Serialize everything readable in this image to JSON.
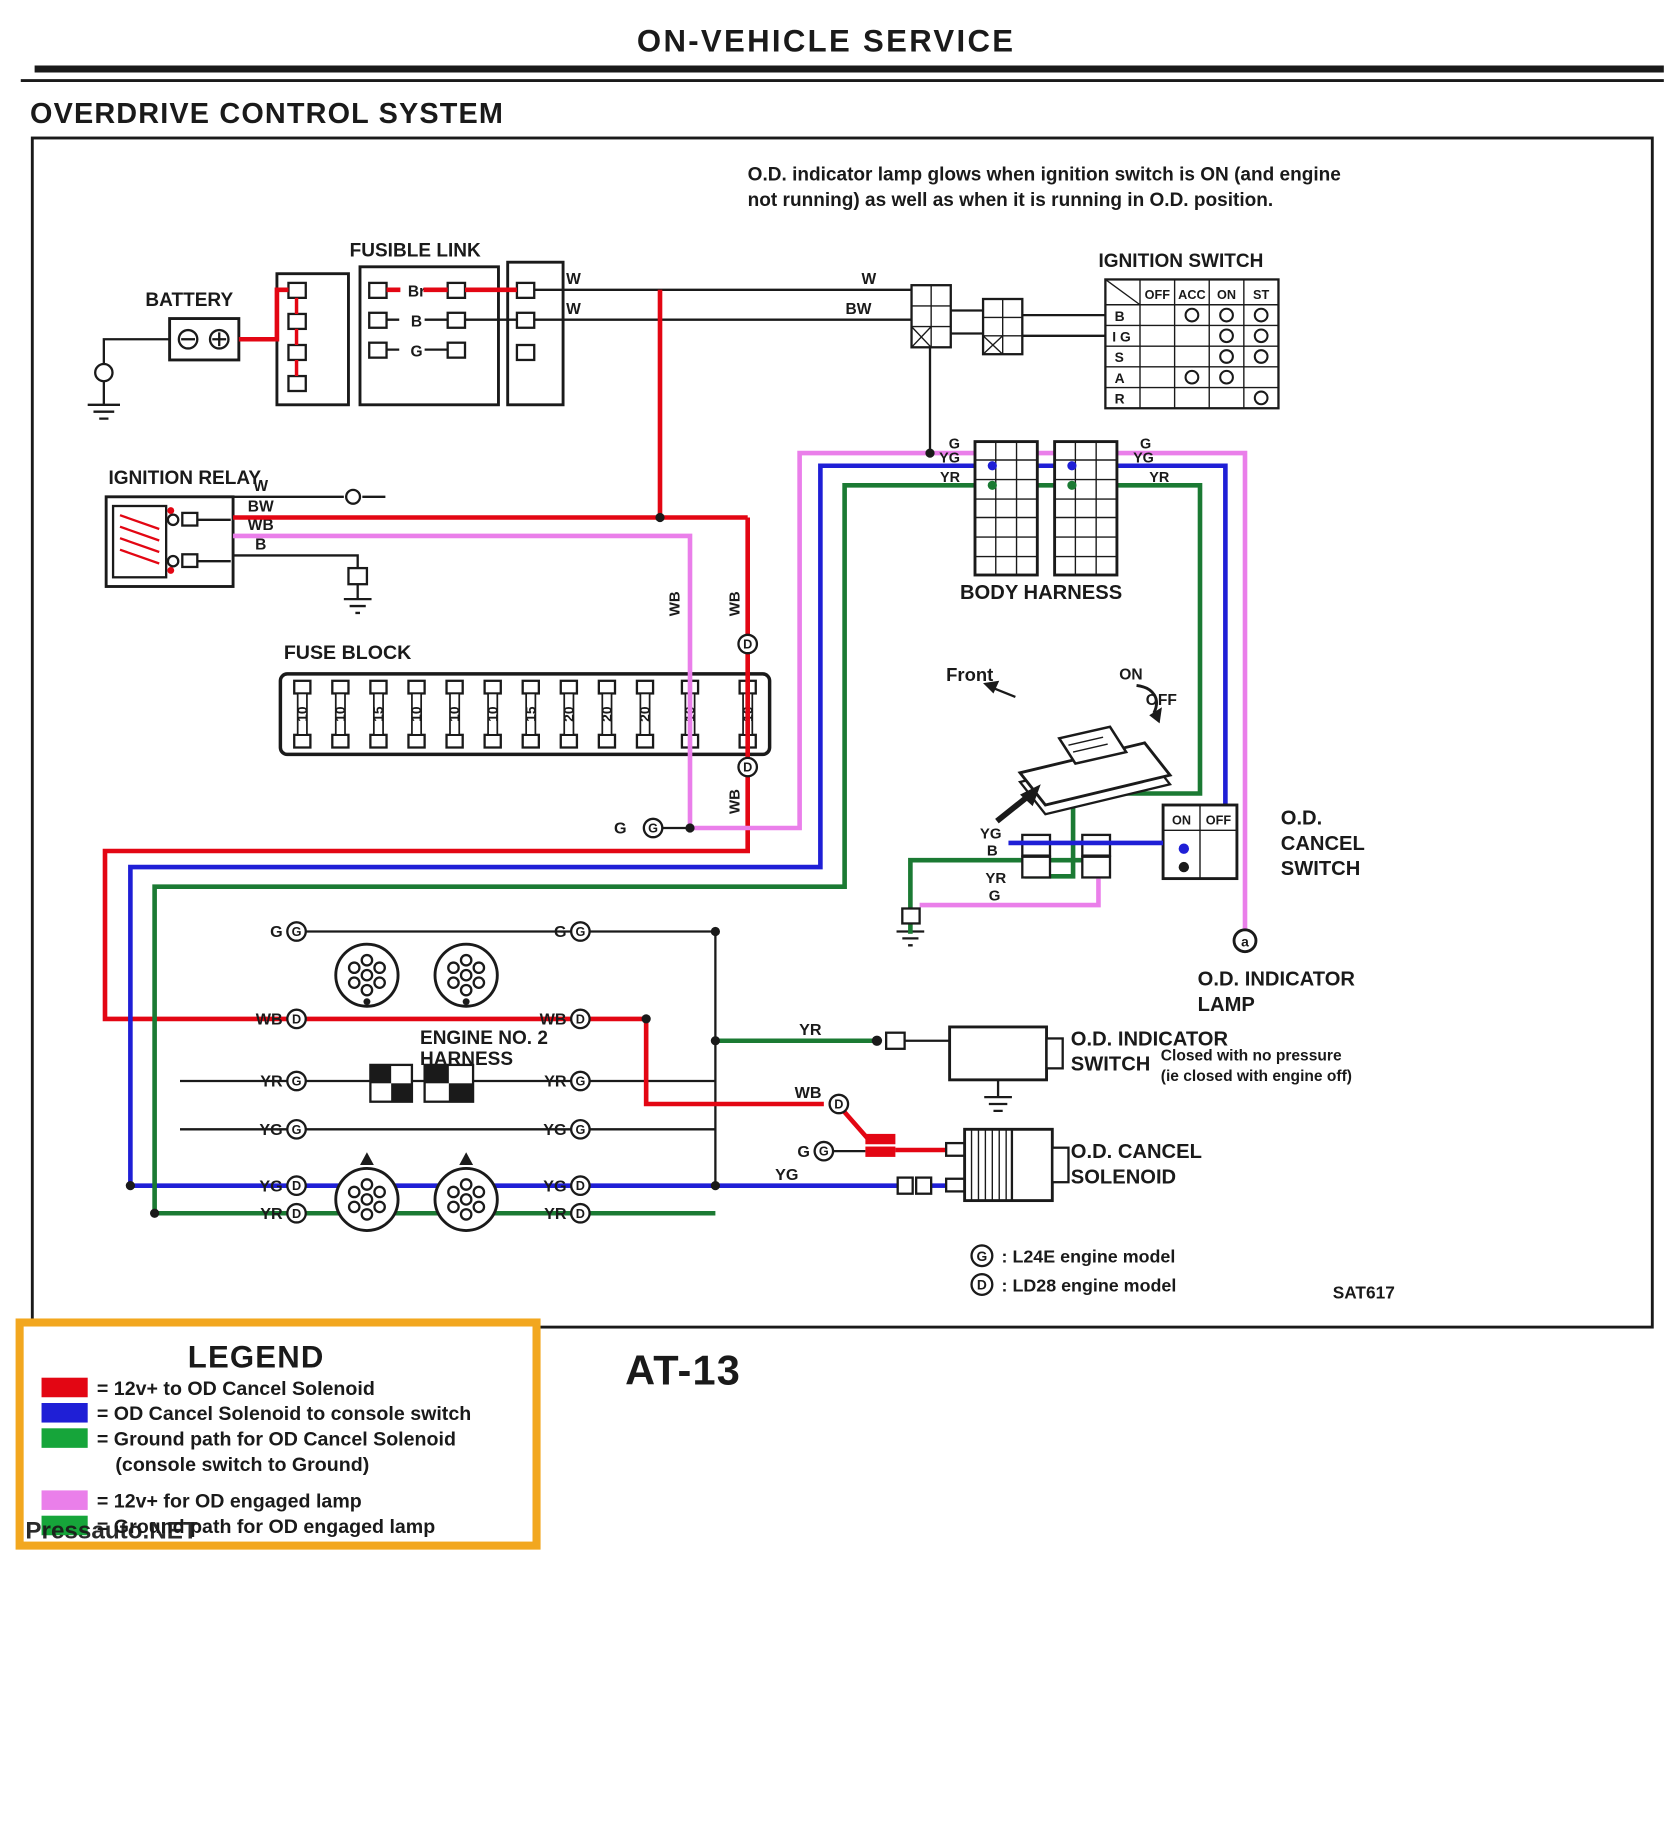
{
  "header": {
    "title": "ON-VEHICLE SERVICE",
    "section": "OVERDRIVE CONTROL SYSTEM"
  },
  "note": {
    "line1": "O.D. indicator lamp glows when ignition switch is ON (and engine",
    "line2": "not running) as well as when it is running in O.D. position."
  },
  "labels": {
    "battery": "BATTERY",
    "fusible_link": "FUSIBLE LINK",
    "ignition_switch": "IGNITION SWITCH",
    "ignition_relay": "IGNITION RELAY",
    "fuse_block": "FUSE BLOCK",
    "body_harness": "BODY HARNESS",
    "front": "Front",
    "on": "ON",
    "off": "OFF",
    "engine_harness_1": "ENGINE NO. 2",
    "engine_harness_2": "HARNESS",
    "od_cancel_switch_1": "O.D.",
    "od_cancel_switch_2": "CANCEL",
    "od_cancel_switch_3": "SWITCH",
    "od_indicator_lamp_1": "O.D. INDICATOR",
    "od_indicator_lamp_2": "LAMP",
    "od_indicator_switch_1": "O.D. INDICATOR",
    "od_indicator_switch_2": "SWITCH",
    "od_cancel_solenoid_1": "O.D. CANCEL",
    "od_cancel_solenoid_2": "SOLENOID"
  },
  "wire": {
    "w": "W",
    "bw": "BW",
    "wb": "WB",
    "b": "B",
    "g": "G",
    "yg": "YG",
    "yr": "YR",
    "br": "Br",
    "d": "D",
    "a": "a"
  },
  "ignition_table": {
    "columns": [
      "OFF",
      "ACC",
      "ON",
      "ST"
    ],
    "rows": [
      "B",
      "I G",
      "S",
      "A",
      "R"
    ]
  },
  "fuses": [
    "10",
    "10",
    "15",
    "10",
    "10",
    "10",
    "15",
    "20",
    "20",
    "20",
    "10",
    "10"
  ],
  "switch_note": {
    "line1": "Closed with no pressure",
    "line2": "(ie closed with engine off)"
  },
  "engine_models": {
    "g_text": ": L24E engine model",
    "d_text": ": LD28 engine model"
  },
  "footer": {
    "figure_code": "AT-13",
    "ref_code": "SAT617",
    "watermark": "Pressauto.NET"
  },
  "legend": {
    "title": "LEGEND",
    "entries": [
      {
        "color": "#e30613",
        "text": "= 12v+ to OD Cancel Solenoid"
      },
      {
        "color": "#1f1fd6",
        "text": "= OD Cancel Solenoid to console switch"
      },
      {
        "color": "#16a53a",
        "text": "= Ground path for OD Cancel Solenoid"
      },
      {
        "color": "#16a53a",
        "text": "(console switch to Ground)"
      },
      {
        "color": "#ea7fea",
        "text": "= 12v+ for OD engaged lamp"
      },
      {
        "color": "#16a53a",
        "text": "= Ground path for OD engaged lamp"
      }
    ]
  },
  "colors": {
    "power_red": "#e30613",
    "switch_blue": "#1f1fd6",
    "ground_green": "#1b7a33",
    "lamp_pink": "#ea7fea",
    "legend_border": "#f2a71f",
    "note_blue": "#2233cc",
    "watermark_blue": "#4a66cc"
  }
}
